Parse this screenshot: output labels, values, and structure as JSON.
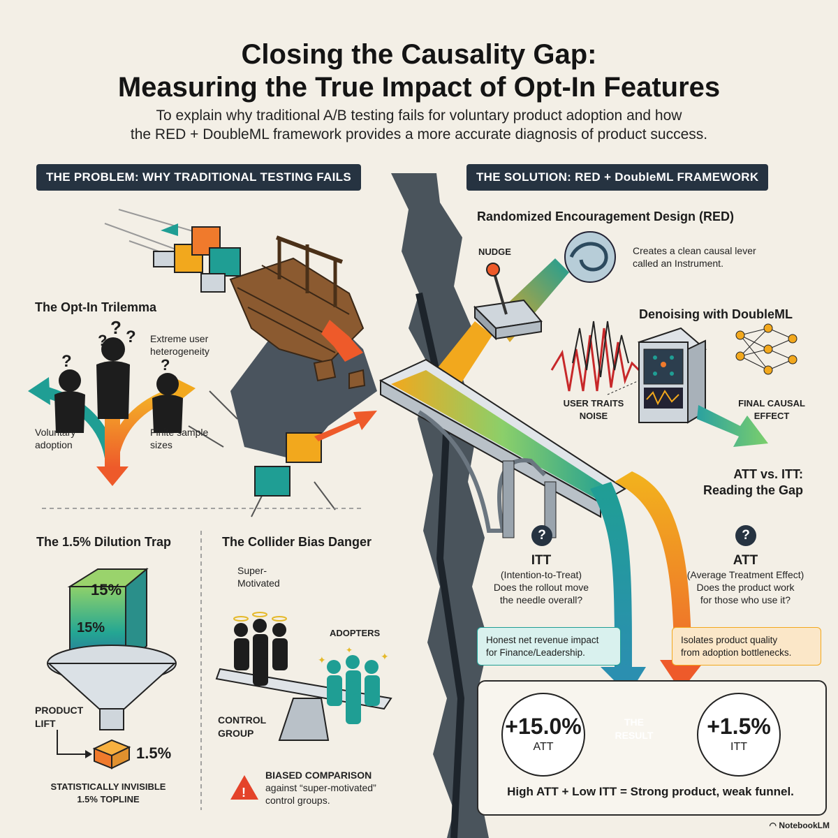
{
  "title": {
    "line1": "Closing the Causality Gap:",
    "line2": "Measuring the True Impact of Opt-In Features"
  },
  "subtitle": {
    "line1": "To explain why traditional A/B testing fails for voluntary product adoption and how",
    "line2": "the RED + DoubleML framework provides a more accurate diagnosis of product success."
  },
  "problem": {
    "header": "THE PROBLEM: WHY TRADITIONAL TESTING FAILS",
    "trilemma": {
      "title": "The Opt-In Trilemma",
      "labels": [
        "Extreme user heterogeneity",
        "Voluntary adoption",
        "Finite sample sizes"
      ]
    },
    "dilution": {
      "title": "The 1.5% Dilution Trap",
      "cube_top": "15%",
      "cube_side": "15%",
      "product_lift": "PRODUCT LIFT",
      "small_value": "1.5%",
      "caption_line1": "STATISTICALLY INVISIBLE",
      "caption_line2": "1.5% TOPLINE"
    },
    "collider": {
      "title": "The Collider Bias Danger",
      "super_motivated": "Super-Motivated",
      "adopters": "ADOPTERS",
      "control_group": "CONTROL GROUP",
      "warning_title": "BIASED COMPARISON",
      "warning_text_1": "against “super-motivated”",
      "warning_text_2": "control groups."
    }
  },
  "solution": {
    "header": "THE SOLUTION: RED + DoubleML FRAMEWORK",
    "red": {
      "title": "Randomized Encouragement Design (RED)",
      "nudge": "NUDGE",
      "desc_line1": "Creates a clean causal lever",
      "desc_line2": "called an Instrument."
    },
    "doubleml": {
      "title": "Denoising with DoubleML",
      "noise_line1": "USER TRAITS",
      "noise_line2": "NOISE",
      "final_line1": "FINAL CAUSAL",
      "final_line2": "EFFECT"
    },
    "att_itt": {
      "title_line1": "ATT vs. ITT:",
      "title_line2": "Reading the Gap",
      "itt": {
        "badge": "?",
        "name": "ITT",
        "full": "(Intention-to-Treat)",
        "q_line1": "Does the rollout move",
        "q_line2": "the needle overall?",
        "note_line1": "Honest net revenue impact",
        "note_line2": "for Finance/Leadership."
      },
      "att": {
        "badge": "?",
        "name": "ATT",
        "full": "(Average Treatment Effect)",
        "q_line1": "Does the product work",
        "q_line2": "for those who use it?",
        "note_line1": "Isolates product quality",
        "note_line2": "from adoption bottlenecks."
      }
    },
    "result": {
      "left_value": "+15.0%",
      "left_label": "ATT",
      "arrow_line1": "THE",
      "arrow_line2": "RESULT",
      "right_value": "+1.5%",
      "right_label": "ITT",
      "summary": "High ATT + Low ITT = Strong product, weak funnel."
    }
  },
  "brand": "NotebookLM",
  "colors": {
    "navy": "#263341",
    "teal": "#1f9e94",
    "orange": "#f07a2c",
    "amber": "#f2a81d",
    "green": "#7cc96b",
    "teal_note_bg": "#d9f1ee",
    "amber_note_bg": "#fbe7c8"
  }
}
